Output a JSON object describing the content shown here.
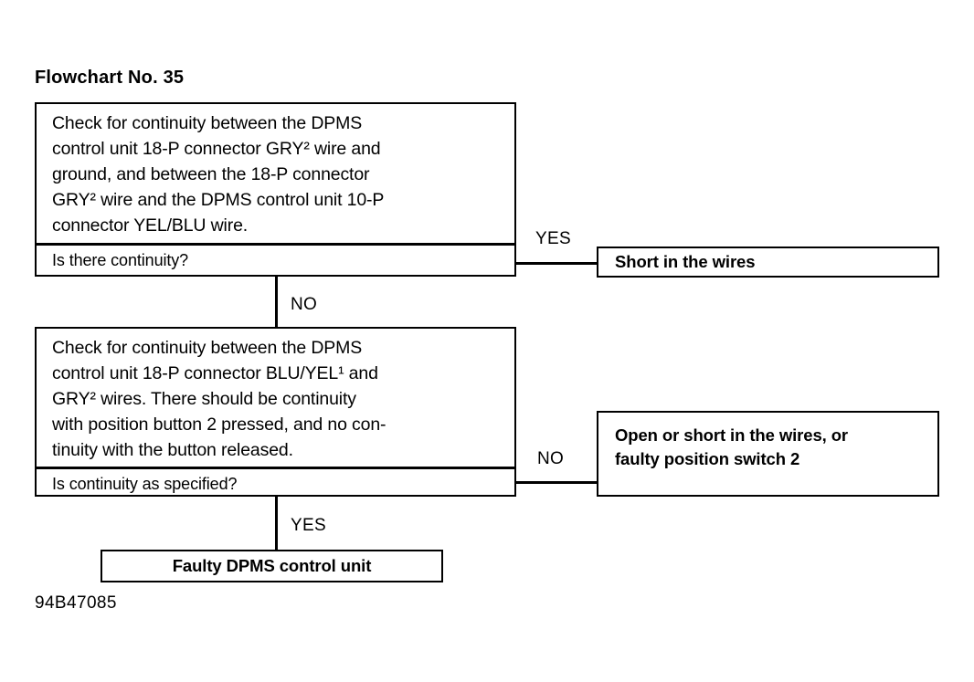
{
  "title": "Flowchart No. 35",
  "footer_code": "94B47085",
  "colors": {
    "ink": "#000000",
    "paper": "#ffffff"
  },
  "nodes": {
    "step1": {
      "statement_lines": [
        "Check for continuity between the DPMS",
        "control unit 18-P connector GRY² wire and",
        "ground, and between the 18-P connector",
        "GRY² wire and the DPMS control unit 10-P",
        "connector YEL/BLU wire."
      ],
      "question": "Is there continuity?"
    },
    "step1_yes_result": {
      "lines": [
        "Short in the wires"
      ]
    },
    "step2": {
      "statement_lines": [
        "Check for continuity between the DPMS",
        "control unit 18-P connector BLU/YEL¹ and",
        "GRY² wires. There should be continuity",
        "with position button 2 pressed, and no con-",
        "tinuity with the button released."
      ],
      "question": "Is continuity as specified?"
    },
    "step2_no_result": {
      "lines": [
        "Open or short in the wires, or",
        "faulty position switch 2"
      ]
    },
    "final_result": {
      "lines": [
        "Faulty DPMS control unit"
      ]
    }
  },
  "branches": {
    "step1_yes": "YES",
    "step1_no": "NO",
    "step2_no": "NO",
    "step2_yes": "YES"
  }
}
